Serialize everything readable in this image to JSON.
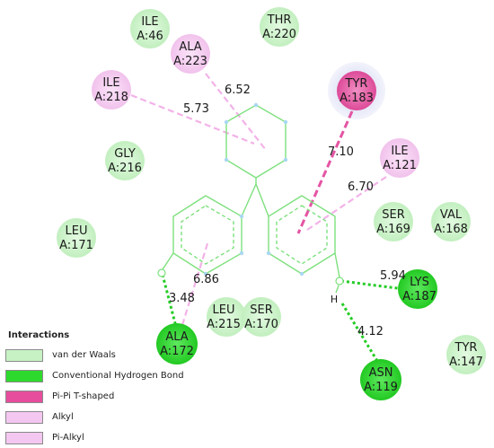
{
  "colors": {
    "van_der_waals": "#c7f2c4",
    "hydrogen_bond": "#2ed92e",
    "pi_pi_tshaped": "#e64d9d",
    "alkyl": "#f4c7f1",
    "pi_alkyl": "#f4c7f1",
    "ligand": "#7ee07e",
    "hbond_line": "#24cc24",
    "alkyl_line": "#f3b2e8",
    "pipi_line": "#e455a4"
  },
  "residues": [
    {
      "id": "ile46",
      "name": "ILE",
      "chain": "A:46",
      "type": "van_der_waals"
    },
    {
      "id": "thr220",
      "name": "THR",
      "chain": "A:220",
      "type": "van_der_waals"
    },
    {
      "id": "ala223",
      "name": "ALA",
      "chain": "A:223",
      "type": "alkyl"
    },
    {
      "id": "ile218",
      "name": "ILE",
      "chain": "A:218",
      "type": "alkyl"
    },
    {
      "id": "tyr183",
      "name": "TYR",
      "chain": "A:183",
      "type": "pi_pi_tshaped"
    },
    {
      "id": "gly216",
      "name": "GLY",
      "chain": "A:216",
      "type": "van_der_waals"
    },
    {
      "id": "ile121",
      "name": "ILE",
      "chain": "A:121",
      "type": "pi_alkyl"
    },
    {
      "id": "leu171",
      "name": "LEU",
      "chain": "A:171",
      "type": "van_der_waals"
    },
    {
      "id": "ser169",
      "name": "SER",
      "chain": "A:169",
      "type": "van_der_waals"
    },
    {
      "id": "val168",
      "name": "VAL",
      "chain": "A:168",
      "type": "van_der_waals"
    },
    {
      "id": "lys187",
      "name": "LYS",
      "chain": "A:187",
      "type": "hydrogen_bond"
    },
    {
      "id": "leu215",
      "name": "LEU",
      "chain": "A:215",
      "type": "van_der_waals"
    },
    {
      "id": "ser170",
      "name": "SER",
      "chain": "A:170",
      "type": "van_der_waals"
    },
    {
      "id": "ala172",
      "name": "ALA",
      "chain": "A:172",
      "type": "hydrogen_bond"
    },
    {
      "id": "tyr147",
      "name": "TYR",
      "chain": "A:147",
      "type": "van_der_waals"
    },
    {
      "id": "asn119",
      "name": "ASN",
      "chain": "A:119",
      "type": "hydrogen_bond"
    }
  ],
  "interactions": [
    {
      "id": "ile218-cyclohexane",
      "type": "alkyl",
      "distance": "5.73"
    },
    {
      "id": "ala223-cyclohexane",
      "type": "alkyl",
      "distance": "6.52"
    },
    {
      "id": "tyr183-ring",
      "type": "pi_pi_tshaped",
      "distance": "7.10"
    },
    {
      "id": "ile121-ring",
      "type": "pi_alkyl",
      "distance": "6.70"
    },
    {
      "id": "ala172-ring",
      "type": "pi_alkyl",
      "distance": "6.86"
    },
    {
      "id": "ala172-oxygen",
      "type": "hydrogen_bond",
      "distance": "3.48"
    },
    {
      "id": "lys187-oxygen",
      "type": "hydrogen_bond",
      "distance": "5.94"
    },
    {
      "id": "asn119-hydrogen",
      "type": "hydrogen_bond",
      "distance": "4.12"
    }
  ],
  "atoms": {
    "oxygen_left": "O",
    "oxygen_right": "O",
    "hydrogen": "H"
  },
  "legend": {
    "title": "Interactions",
    "items": [
      {
        "label": "van der Waals",
        "type": "van_der_waals"
      },
      {
        "label": "Conventional Hydrogen Bond",
        "type": "hydrogen_bond"
      },
      {
        "label": "Pi-Pi T-shaped",
        "type": "pi_pi_tshaped"
      },
      {
        "label": "Alkyl",
        "type": "alkyl"
      },
      {
        "label": "Pi-Alkyl",
        "type": "pi_alkyl"
      }
    ]
  }
}
